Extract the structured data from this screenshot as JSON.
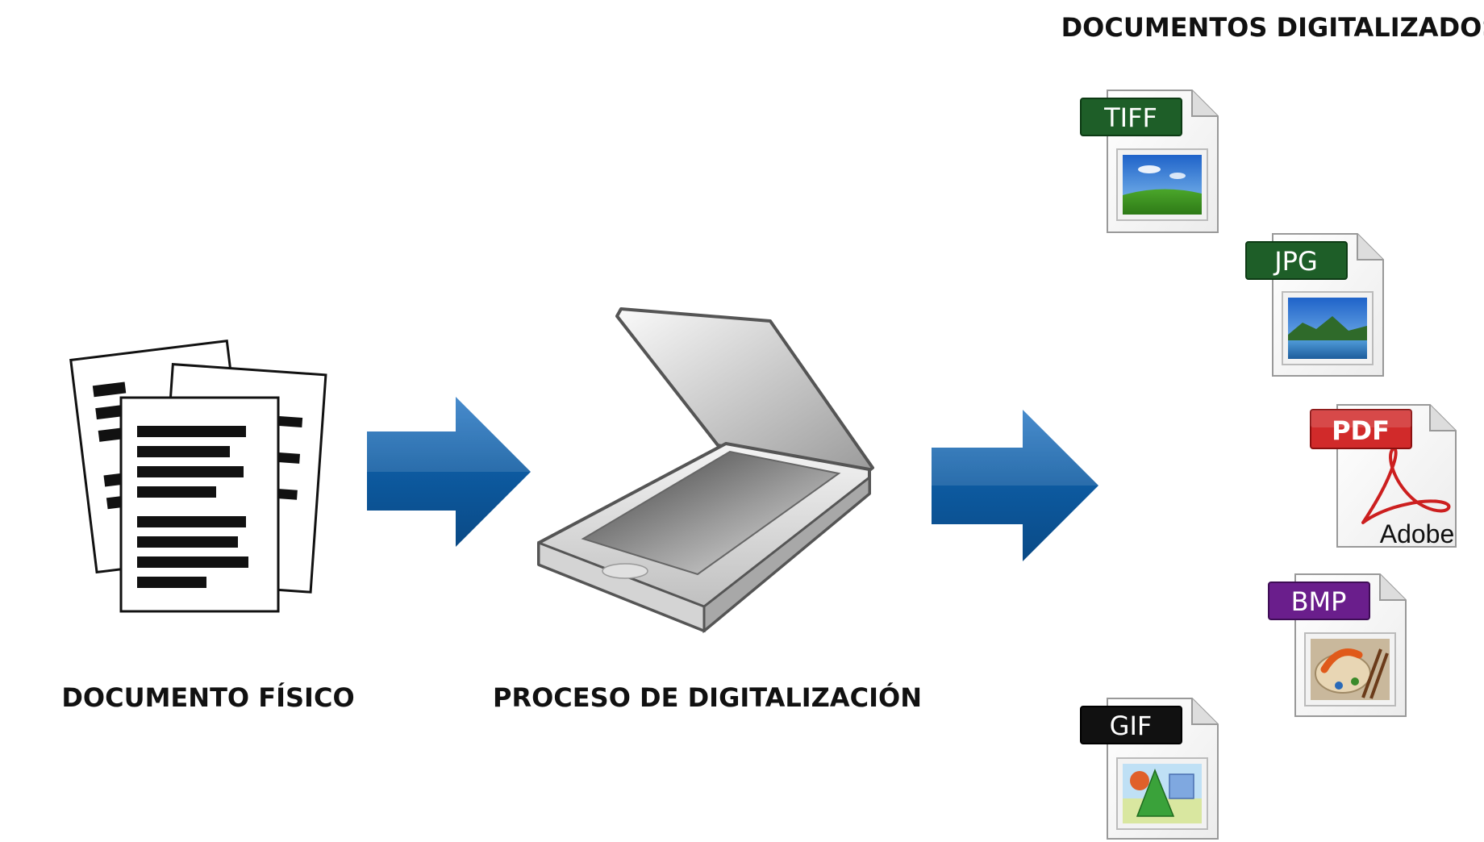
{
  "labels": {
    "physical": "DOCUMENTO FÍSICO",
    "process": "PROCESO DE DIGITALIZACIÓN",
    "digital": "DOCUMENTOS DIGITALIZADOS"
  },
  "formats": [
    {
      "label": "TIFF",
      "color": "#1e5e28",
      "icon": "landscape-grass-icon"
    },
    {
      "label": "JPG",
      "color": "#1e5e28",
      "icon": "landscape-lake-icon"
    },
    {
      "label": "PDF",
      "color": "#d12a2a",
      "icon": "adobe-acrobat-icon",
      "brand": "Adobe"
    },
    {
      "label": "BMP",
      "color": "#6a1e8c",
      "icon": "paint-palette-icon"
    },
    {
      "label": "GIF",
      "color": "#111111",
      "icon": "shapes-scene-icon"
    }
  ],
  "colors": {
    "arrow": "#0d5aa0",
    "text": "#111111"
  }
}
